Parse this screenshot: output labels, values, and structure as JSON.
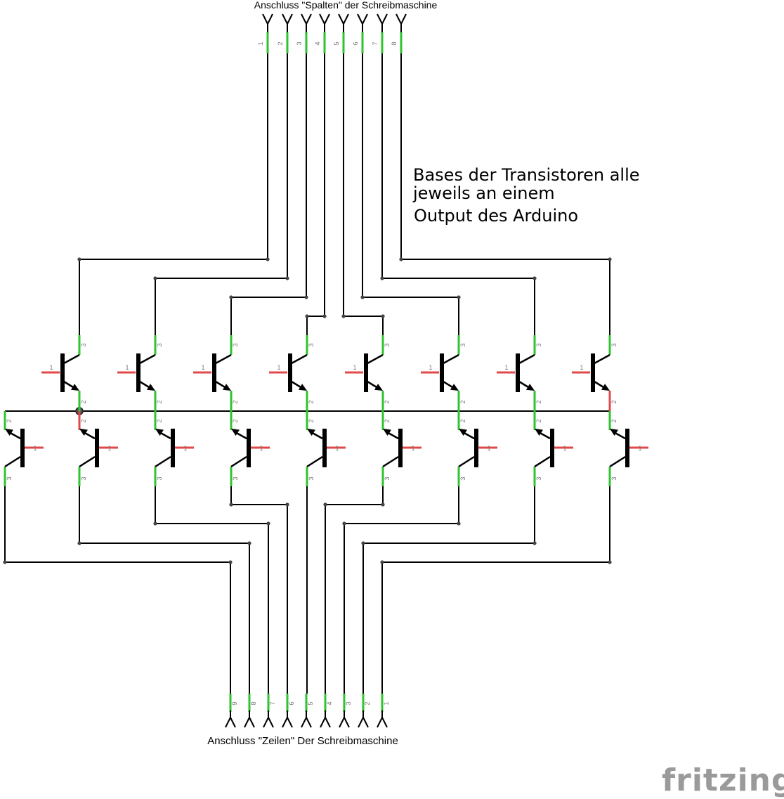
{
  "title_top": "Anschluss \"Spalten\" der Schreibmaschine",
  "title_bottom": "Anschluss \"Zeilen\" Der Schreibmaschine",
  "note_lines": [
    "Bases der Transistoren alle",
    " jeweils an einem",
    "Output des Arduino"
  ],
  "logo": "fritzing",
  "top_connector_pins": [
    "1",
    "2",
    "3",
    "4",
    "5",
    "6",
    "7",
    "8"
  ],
  "bottom_connector_pins": [
    "9",
    "8",
    "7",
    "6",
    "5",
    "4",
    "3",
    "2",
    "1"
  ],
  "transistor_pins": {
    "base": "1",
    "collector": "3",
    "emitter": "2"
  },
  "colors": {
    "wire": "#000000",
    "pin_ok": "#2fc32f",
    "pin_unconnected": "#e0484a"
  },
  "icons": [
    "npn-transistor-icon",
    "connector-pin-icon",
    "junction-dot-icon"
  ]
}
